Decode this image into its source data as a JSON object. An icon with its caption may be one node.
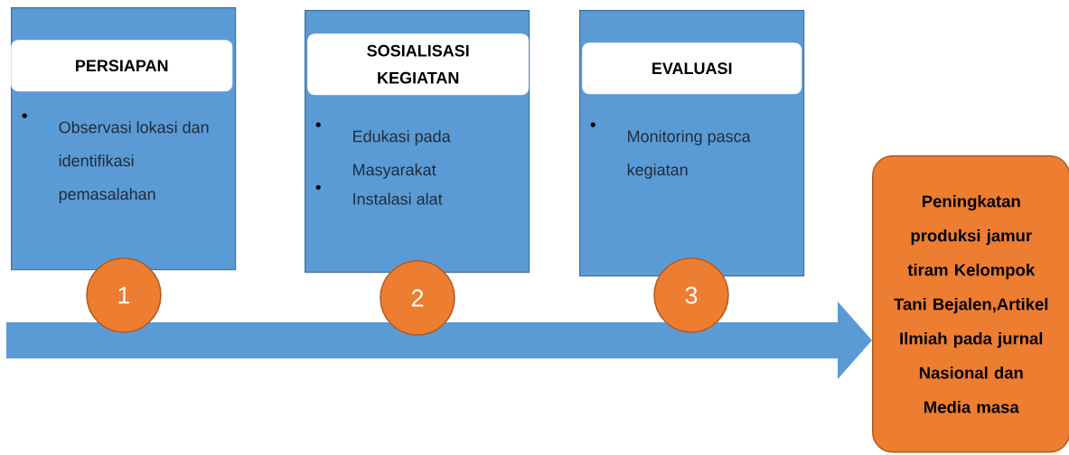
{
  "diagram": {
    "nodes": [
      {
        "text": [
          "Observasi lokasi dan identifikasi pemasalahan"
        ]
      },
      {
        "text": [
          "PERSIAPAN"
        ],
        "in": 0
      },
      {
        "text": [
          "Edukasi pada Masyarakat",
          "Instalasi alat"
        ]
      },
      {
        "text": [
          "SOSIALISASI KEGIATAN"
        ],
        "in": 2
      },
      {
        "text": [
          "Monitoring pasca kegiatan"
        ]
      },
      {
        "text": [
          "EVALUASI"
        ],
        "in": 4
      },
      {
        "text": [
          "1"
        ]
      },
      {
        "text": [
          "2"
        ]
      },
      {
        "text": [
          "3"
        ]
      },
      {
        "text": [
          "Peningkatan produksi jamur tiram Kelompok Tani Bejalen,Artikel Ilmiah pada jurnal Nasional dan Media masa"
        ]
      }
    ],
    "edges": [
      {
        "from": null,
        "to": 9,
        "arrow": "to"
      }
    ]
  }
}
